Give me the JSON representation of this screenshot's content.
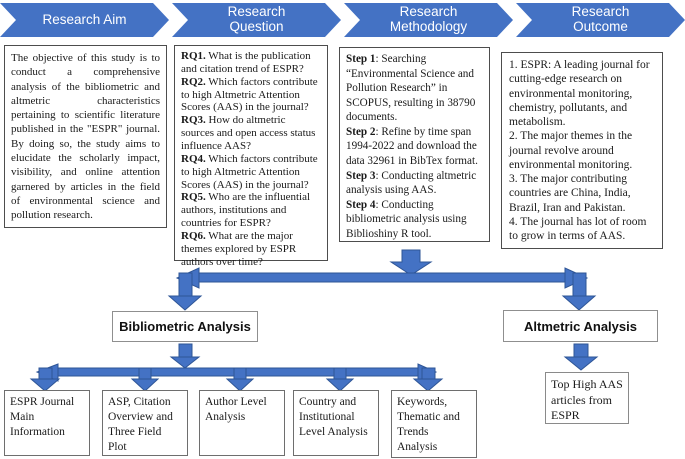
{
  "colors": {
    "accent": "#4472C4",
    "arrowline": "#2E5596"
  },
  "header": {
    "chevrons": [
      {
        "label": "Research Aim"
      },
      {
        "label": "Research Question"
      },
      {
        "label": "Research Methodology"
      },
      {
        "label": "Research Outcome"
      }
    ]
  },
  "aim": {
    "text": "The objective of this study is to conduct a comprehensive analysis of the bibliometric and altmetric characteristics pertaining to scientific literature published in the \"ESPR\" journal. By doing so, the study aims to elucidate the scholarly impact, visibility, and online attention garnered by articles in the field of environmental science and pollution research."
  },
  "questions": {
    "items": [
      {
        "label": "RQ1.",
        "text": " What is the publication and citation trend of ESPR?"
      },
      {
        "label": "RQ2.",
        "text": " Which factors contribute to high Altmetric Attention Scores (AAS) in the journal?"
      },
      {
        "label": "RQ3.",
        "text": " How do altmetric sources and open access status influence AAS?"
      },
      {
        "label": "RQ4.",
        "text": " Which factors contribute to high Altmetric Attention Scores (AAS) in the journal?"
      },
      {
        "label": "RQ5.",
        "text": " Who are the influential authors, institutions and countries for ESPR?"
      },
      {
        "label": "RQ6.",
        "text": " What are the major themes explored by ESPR authors over time?"
      }
    ]
  },
  "methodology": {
    "steps": [
      {
        "label": "Step 1",
        "text": ": Searching “Environmental Science and Pollution Research” in SCOPUS, resulting in 38790 documents."
      },
      {
        "label": "Step 2",
        "text": ": Refine by time span 1994-2022 and download the data 32961 in BibTex format."
      },
      {
        "label": "Step 3",
        "text": ": Conducting altmetric analysis using AAS."
      },
      {
        "label": "Step 4",
        "text": ": Conducting bibliometric analysis using Biblioshiny R tool."
      }
    ]
  },
  "outcome": {
    "items": [
      "1. ESPR: A leading journal for cutting-edge research on environmental monitoring, chemistry, pollutants, and metabolism.",
      "2. The major themes in the journal revolve around environmental monitoring.",
      "3. The major contributing countries are China, India, Brazil, Iran and Pakistan.",
      "4. The journal has lot of room to grow in terms of AAS."
    ]
  },
  "analysis": {
    "bibliometric_label": "Bibliometric Analysis",
    "altmetric_label": "Altmetric Analysis"
  },
  "bottom_boxes": [
    {
      "label": "ESPR Journal Main Information"
    },
    {
      "label": "ASP, Citation Overview and Three Field Plot"
    },
    {
      "label": "Author Level Analysis"
    },
    {
      "label": "Country and Institutional Level Analysis"
    },
    {
      "label": "Keywords, Thematic and Trends Analysis"
    }
  ],
  "altmetric_outcome": {
    "label": "Top High AAS articles from ESPR"
  }
}
